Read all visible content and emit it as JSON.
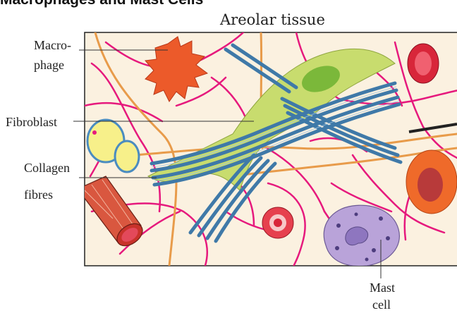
{
  "header_text": "Macrophages and Mast Cells",
  "title": "Areolar tissue",
  "labels": {
    "macrophage_line1": "Macro-",
    "macrophage_line2": "phage",
    "fibroblast": "Fibroblast",
    "collagen_line1": "Collagen",
    "collagen_line2": "fibres",
    "mast_line1": "Mast",
    "mast_line2": "cell"
  },
  "colors": {
    "background": "#fbf1e0",
    "elastic_fibres": "#e6197d",
    "collagen": "#3f79a8",
    "fibroblast": "#c8dc6e",
    "macrophage": "#ec5a2a",
    "mast_cell": "#b9a3d9",
    "fat_cell": "#f7f08a"
  }
}
